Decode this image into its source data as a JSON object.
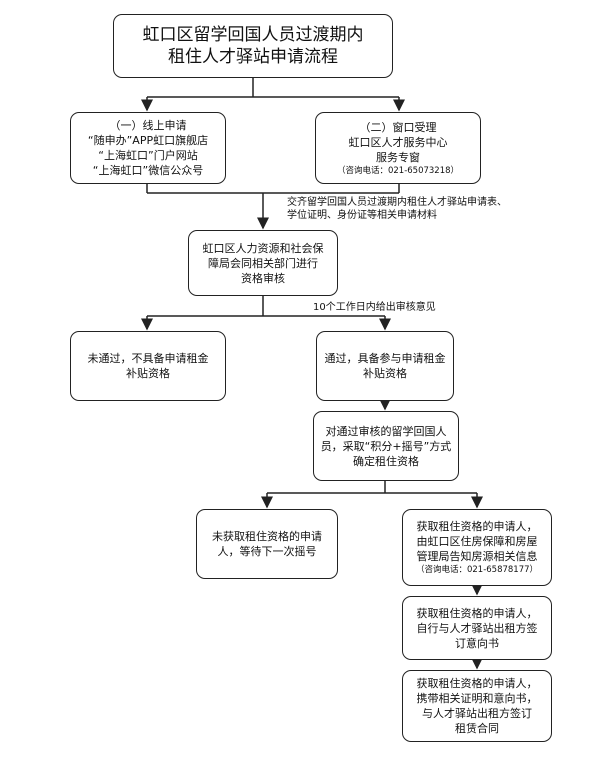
{
  "title": [
    "虹口区留学回国人员过渡期内",
    "租住人才驿站申请流程"
  ],
  "online": [
    "（一）线上申请",
    "“随申办”APP虹口旗舰店",
    "“上海虹口”门户网站",
    "“上海虹口”微信公众号"
  ],
  "window": [
    "（二）窗口受理",
    "虹口区人才服务中心",
    "服务专窗"
  ],
  "window_phone": "（咨询电话：021-65073218）",
  "submit_note": [
    "交齐留学回国人员过渡期内租住人才驿站申请表、",
    "学位证明、身份证等相关申请材料"
  ],
  "review": [
    "虹口区人力资源和社会保",
    "障局会同相关部门进行",
    "资格审核"
  ],
  "days_note": "10个工作日内给出审核意见",
  "fail": [
    "未通过，不具备申请租金",
    "补贴资格"
  ],
  "pass": [
    "通过，具备参与申请租金",
    "补贴资格"
  ],
  "lottery": [
    "对通过审核的留学回国人",
    "员，采取“积分+摇号”方式",
    "确定租住资格"
  ],
  "not_won": [
    "未获取租住资格的申请",
    "人，等待下一次摇号"
  ],
  "won": [
    "获取租住资格的申请人，",
    "由虹口区住房保障和房屋",
    "管理局告知房源相关信息"
  ],
  "won_phone": "（咨询电话：021-65878177）",
  "sign_intent": [
    "获取租住资格的申请人，",
    "自行与人才驿站出租方签",
    "订意向书"
  ],
  "sign_lease": [
    "获取租住资格的申请人，",
    "携带相关证明和意向书，",
    "与人才驿站出租方签订",
    "租赁合同"
  ]
}
